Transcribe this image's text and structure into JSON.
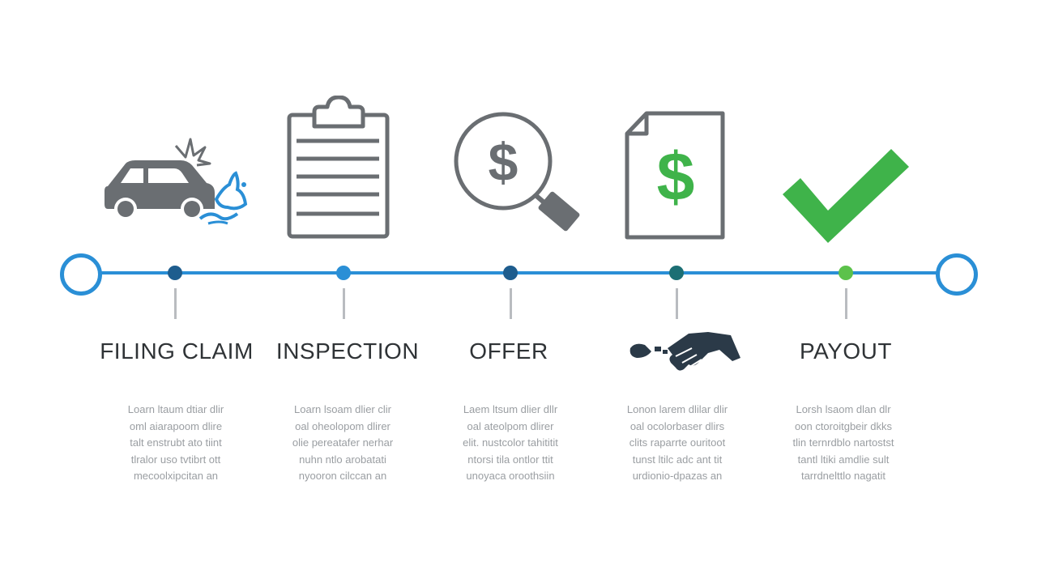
{
  "colors": {
    "accent_blue": "#2a8fd6",
    "icon_gray": "#6a6e72",
    "check_green": "#3fb34a",
    "node_navy": "#1e5d8e",
    "node_teal": "#1c6f74",
    "node_green": "#5cc24b",
    "label_dark": "#2f3336",
    "body_gray": "#9a9ea2"
  },
  "steps": [
    {
      "label": "FILING CLAIM",
      "icon": "car-crash-icon",
      "node_color": "#1e5d8e",
      "text": "Loarn ltaum dtiar dlir\noml aiarapoom dlire\ntalt enstrubt ato tiint\ntlralor uso tvtibrt ott\nmecoolxipcitan an"
    },
    {
      "label": "INSPECTION",
      "icon": "clipboard-icon",
      "node_color": "#2a8fd6",
      "text": "Loarn lsoam dlier clir\noal oheolopom dlirer\nolie pereatafer nerhar\nnuhn ntlo arobatati\nnyooron cilccan an"
    },
    {
      "label": "OFFER",
      "icon": "dollar-magnifier-icon",
      "node_color": "#1e5d8e",
      "text": "Laem ltsum dlier dllr\noal ateolpom dlirer\nelit. nustcolor tahititit\nntorsi tila ontlor ttit\nunoyaca oroothsiin"
    },
    {
      "label": "",
      "icon": "handshake-icon",
      "node_color": "#1c6f74",
      "text": "Lonon larem dlilar dlir\noal ocolorbaser dlirs\nclits raparrte ouritoot\ntunst ltilc adc ant tit\nurdionio-dpazas an"
    },
    {
      "label": "PAYOUT",
      "icon": "checkmark-icon",
      "node_color": "#5cc24b",
      "text": "Lorsh lsaom dlan dlr\noon ctoroitgbeir dkks\ntlin ternrdblo nartostst\ntantl ltiki amdlie sult\ntarrdnelttlo nagatit"
    }
  ]
}
